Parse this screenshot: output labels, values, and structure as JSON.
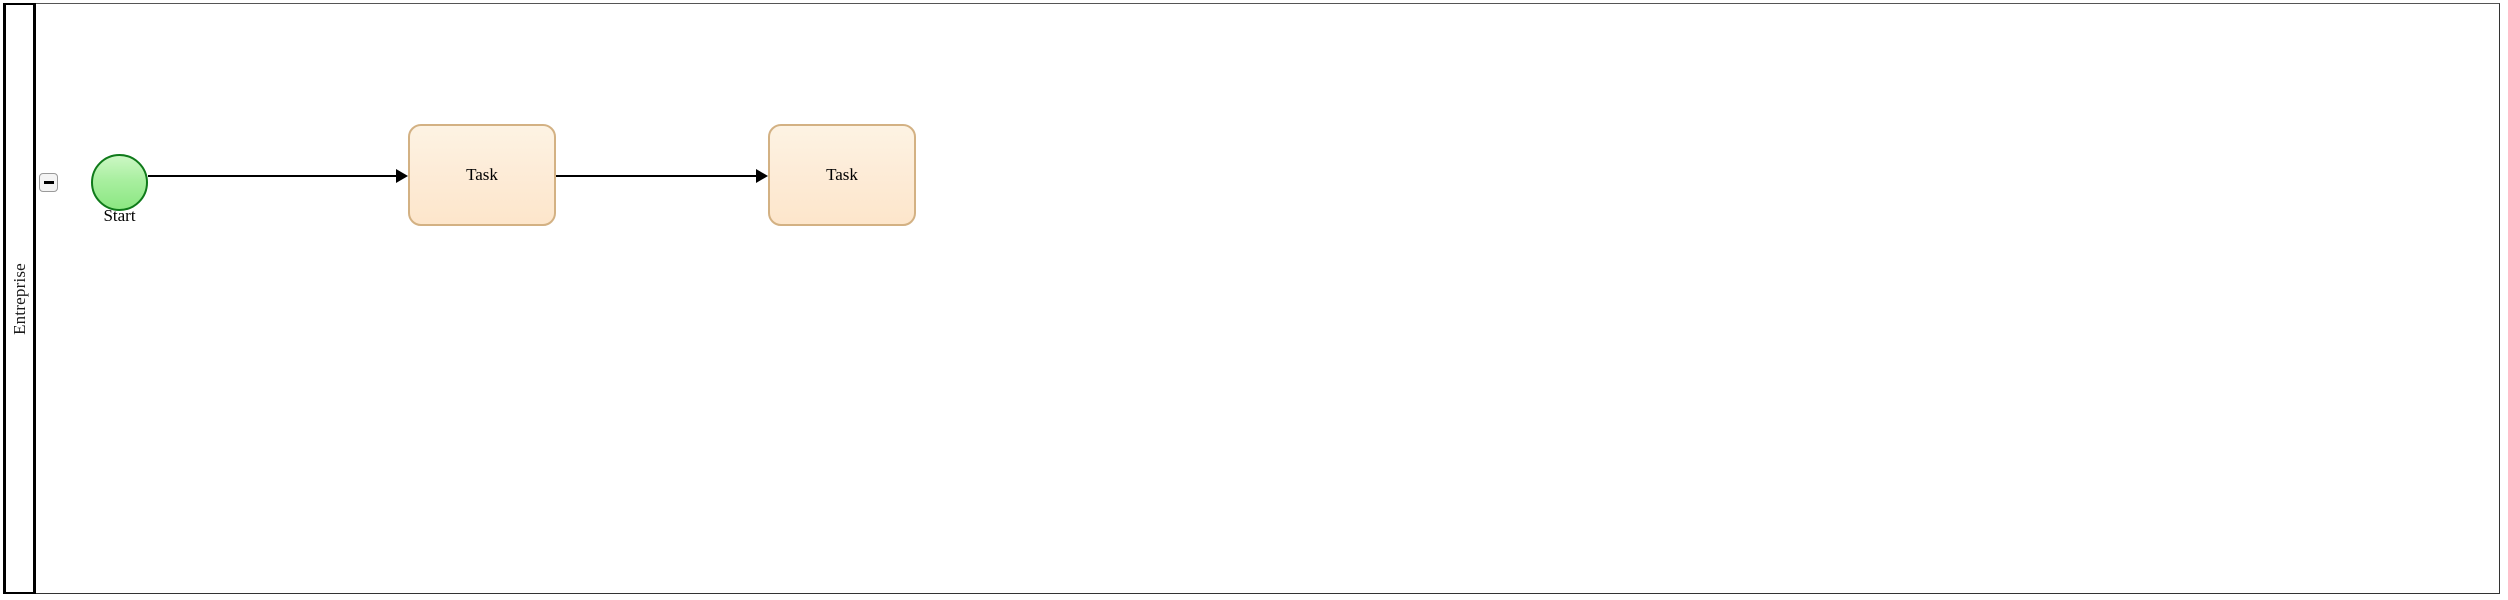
{
  "diagram": {
    "type": "bpmn-process",
    "pool": {
      "lane": {
        "name": "Entreprise",
        "collapse_button": {
          "icon": "minus-icon",
          "state": "expanded"
        }
      }
    },
    "elements": [
      {
        "id": "start-event",
        "type": "start-event",
        "label": "Start",
        "fill": "#a9efa0",
        "stroke": "#0f7a1a"
      },
      {
        "id": "task-1",
        "type": "task",
        "label": "Task",
        "fill": "#fdecd8",
        "stroke": "#d3b183"
      },
      {
        "id": "task-2",
        "type": "task",
        "label": "Task",
        "fill": "#fdecd8",
        "stroke": "#d3b183"
      }
    ],
    "flows": [
      {
        "id": "flow-1",
        "from": "start-event",
        "to": "task-1",
        "stroke": "#000000"
      },
      {
        "id": "flow-2",
        "from": "task-1",
        "to": "task-2",
        "stroke": "#000000"
      }
    ]
  }
}
